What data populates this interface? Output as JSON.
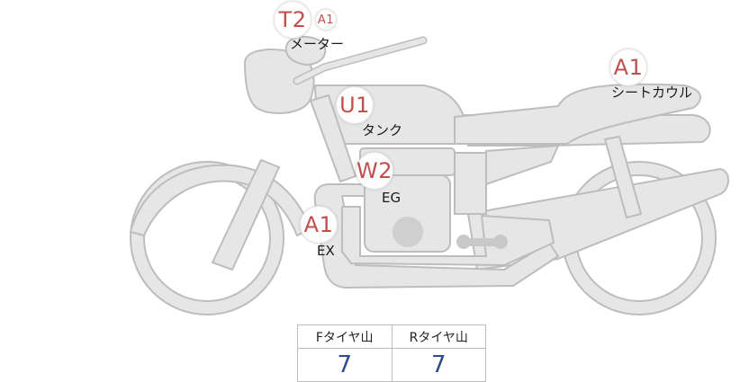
{
  "parts": [
    {
      "code": "T2",
      "name": "メーター"
    },
    {
      "code": "A1",
      "name": ""
    },
    {
      "code": "U1",
      "name": "タンク"
    },
    {
      "code": "A1",
      "name": "シートカウル"
    },
    {
      "code": "W2",
      "name": "EG"
    },
    {
      "code": "A1",
      "name": "EX"
    }
  ],
  "tire_table": {
    "headers": [
      "Fタイヤ山",
      "Rタイヤ山"
    ],
    "values": [
      "7",
      "7"
    ]
  },
  "colors": {
    "code_text": "#c0504d",
    "tire_value_text": "#2e4a8a",
    "bike_fill": "#e6e6e6",
    "bike_stroke": "#bdbdbd"
  }
}
